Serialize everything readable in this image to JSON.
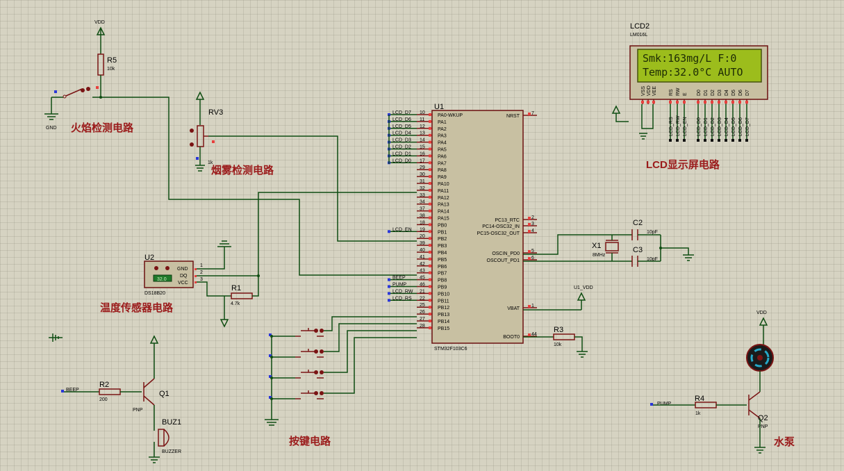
{
  "components": {
    "r5": {
      "ref": "R5",
      "value": "10k",
      "net": "VDD"
    },
    "rv3": {
      "ref": "RV3",
      "value": "1k"
    },
    "gnd_label": "GND",
    "u1": {
      "ref": "U1",
      "part": "STM32F103C6"
    },
    "u2": {
      "ref": "U2",
      "part": "DS18B20",
      "display": "32.0",
      "pins": [
        "GND",
        "DQ",
        "VCC"
      ]
    },
    "r1": {
      "ref": "R1",
      "value": "4.7k"
    },
    "r2": {
      "ref": "R2",
      "value": "200",
      "net": "BEEP"
    },
    "q1": {
      "ref": "Q1",
      "type": "PNP"
    },
    "buz1": {
      "ref": "BUZ1",
      "part": "BUZZER"
    },
    "r3": {
      "ref": "R3",
      "value": "10k"
    },
    "u1_vdd": "U1_VDD",
    "c2": {
      "ref": "C2",
      "value": "10pF"
    },
    "c3": {
      "ref": "C3",
      "value": "10pF"
    },
    "x1": {
      "ref": "X1",
      "value": "8MHz"
    },
    "r4": {
      "ref": "R4",
      "value": "1k",
      "net": "PUMP"
    },
    "q2": {
      "ref": "Q2",
      "type": "PNP"
    },
    "motor_vdd": "VDD",
    "lcd2": {
      "ref": "LCD2",
      "part": "LM016L",
      "line1": "Smk:163mg/L F:0",
      "line2": "Temp:32.0°C AUTO",
      "pins": [
        "VSS",
        "VDD",
        "VEE",
        "RS",
        "RW",
        "E",
        "D0",
        "D1",
        "D2",
        "D3",
        "D4",
        "D5",
        "D6",
        "D7"
      ],
      "nets": [
        "LCD_RS",
        "LCD_RW",
        "LCD_EN",
        "LCD_D0",
        "LCD_D1",
        "LCD_D2",
        "LCD_D3",
        "LCD_D4",
        "LCD_D5",
        "LCD_D6",
        "LCD_D7"
      ]
    }
  },
  "titles": {
    "flame": "火焰检测电路",
    "smoke": "烟雾检测电路",
    "temp": "温度传感器电路",
    "lcd": "LCD显示屏电路",
    "keys": "按键电路",
    "pump": "水泵"
  },
  "mcu": {
    "left_nets": [
      "LCD_D7",
      "LCD_D6",
      "LCD_D5",
      "LCD_D4",
      "LCD_D3",
      "LCD_D2",
      "LCD_D1",
      "LCD_D0"
    ],
    "left_pins_a": [
      {
        "num": "10",
        "name": "PA0-WKUP"
      },
      {
        "num": "11",
        "name": "PA1"
      },
      {
        "num": "12",
        "name": "PA2"
      },
      {
        "num": "13",
        "name": "PA3"
      },
      {
        "num": "14",
        "name": "PA4"
      },
      {
        "num": "15",
        "name": "PA5"
      },
      {
        "num": "16",
        "name": "PA6"
      },
      {
        "num": "17",
        "name": "PA7"
      },
      {
        "num": "29",
        "name": "PA8"
      },
      {
        "num": "30",
        "name": "PA9"
      },
      {
        "num": "31",
        "name": "PA10"
      },
      {
        "num": "32",
        "name": "PA11"
      },
      {
        "num": "33",
        "name": "PA12"
      },
      {
        "num": "34",
        "name": "PA13"
      },
      {
        "num": "37",
        "name": "PA14"
      },
      {
        "num": "38",
        "name": "PA15"
      }
    ],
    "left_pins_b": [
      {
        "num": "18",
        "name": "PB0"
      },
      {
        "num": "19",
        "name": "PB1"
      },
      {
        "num": "20",
        "name": "PB2"
      },
      {
        "num": "39",
        "name": "PB3"
      },
      {
        "num": "40",
        "name": "PB4"
      },
      {
        "num": "41",
        "name": "PB5"
      },
      {
        "num": "42",
        "name": "PB6"
      },
      {
        "num": "43",
        "name": "PB7"
      },
      {
        "num": "45",
        "name": "PB8"
      },
      {
        "num": "46",
        "name": "PB9"
      },
      {
        "num": "21",
        "name": "PB10"
      },
      {
        "num": "22",
        "name": "PB11"
      },
      {
        "num": "25",
        "name": "PB12"
      },
      {
        "num": "26",
        "name": "PB13"
      },
      {
        "num": "27",
        "name": "PB14"
      },
      {
        "num": "28",
        "name": "PB15"
      }
    ],
    "pb_nets": {
      "lcd_en": "LCD_EN",
      "beep": "BEEP",
      "pump": "PUMP",
      "lcd_rw": "LCD_RW",
      "lcd_rs": "LCD_RS"
    },
    "right_pins": [
      {
        "num": "7",
        "name": "NRST"
      },
      {
        "num": "2",
        "name": "PC13_RTC"
      },
      {
        "num": "3",
        "name": "PC14-OSC32_IN"
      },
      {
        "num": "4",
        "name": "PC15-OSC32_OUT"
      },
      {
        "num": "5",
        "name": "OSCIN_PD0"
      },
      {
        "num": "6",
        "name": "OSCOUT_PD1"
      },
      {
        "num": "1",
        "name": "VBAT"
      },
      {
        "num": "44",
        "name": "BOOT0"
      }
    ]
  }
}
